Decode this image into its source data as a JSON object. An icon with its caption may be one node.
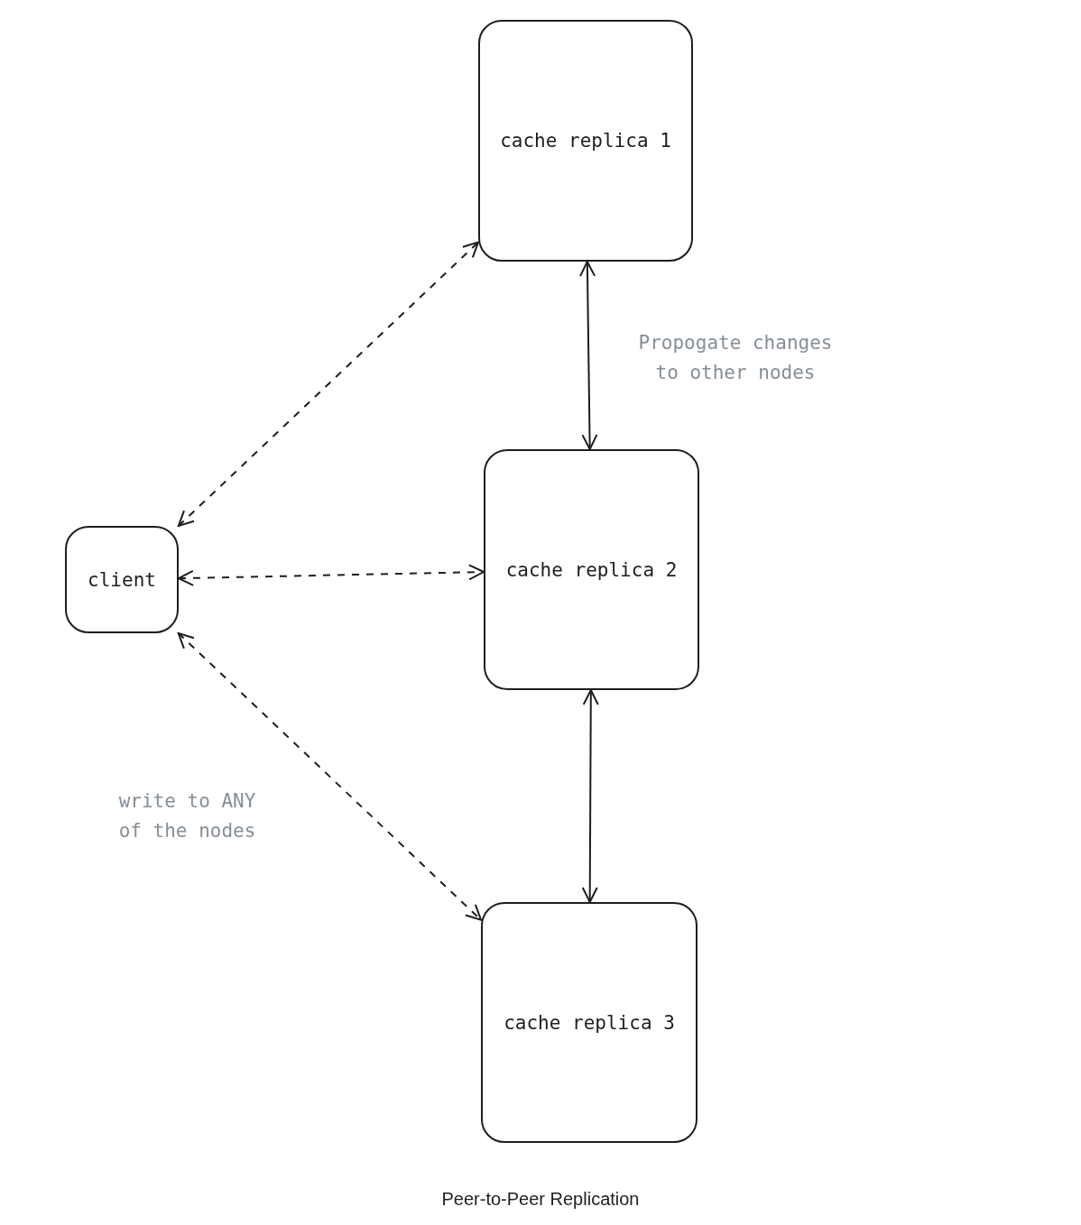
{
  "diagram": {
    "caption": "Peer-to-Peer Replication",
    "nodes": [
      {
        "text": [
          "client"
        ]
      },
      {
        "text": [
          "cache replica 1"
        ]
      },
      {
        "text": [
          "cache replica 2"
        ]
      },
      {
        "text": [
          "cache replica 3"
        ]
      }
    ],
    "edges": [
      {
        "from": 0,
        "to": 1,
        "arrow": "both",
        "style": "dashed"
      },
      {
        "from": 0,
        "to": 2,
        "arrow": "both",
        "style": "dashed"
      },
      {
        "from": 0,
        "to": 3,
        "arrow": "both",
        "style": "dashed"
      },
      {
        "from": 1,
        "to": 2,
        "arrow": "both"
      },
      {
        "from": 2,
        "to": 3,
        "arrow": "both"
      }
    ],
    "labels": [
      "Propogate changes to other nodes",
      "write to ANY of the nodes"
    ]
  }
}
